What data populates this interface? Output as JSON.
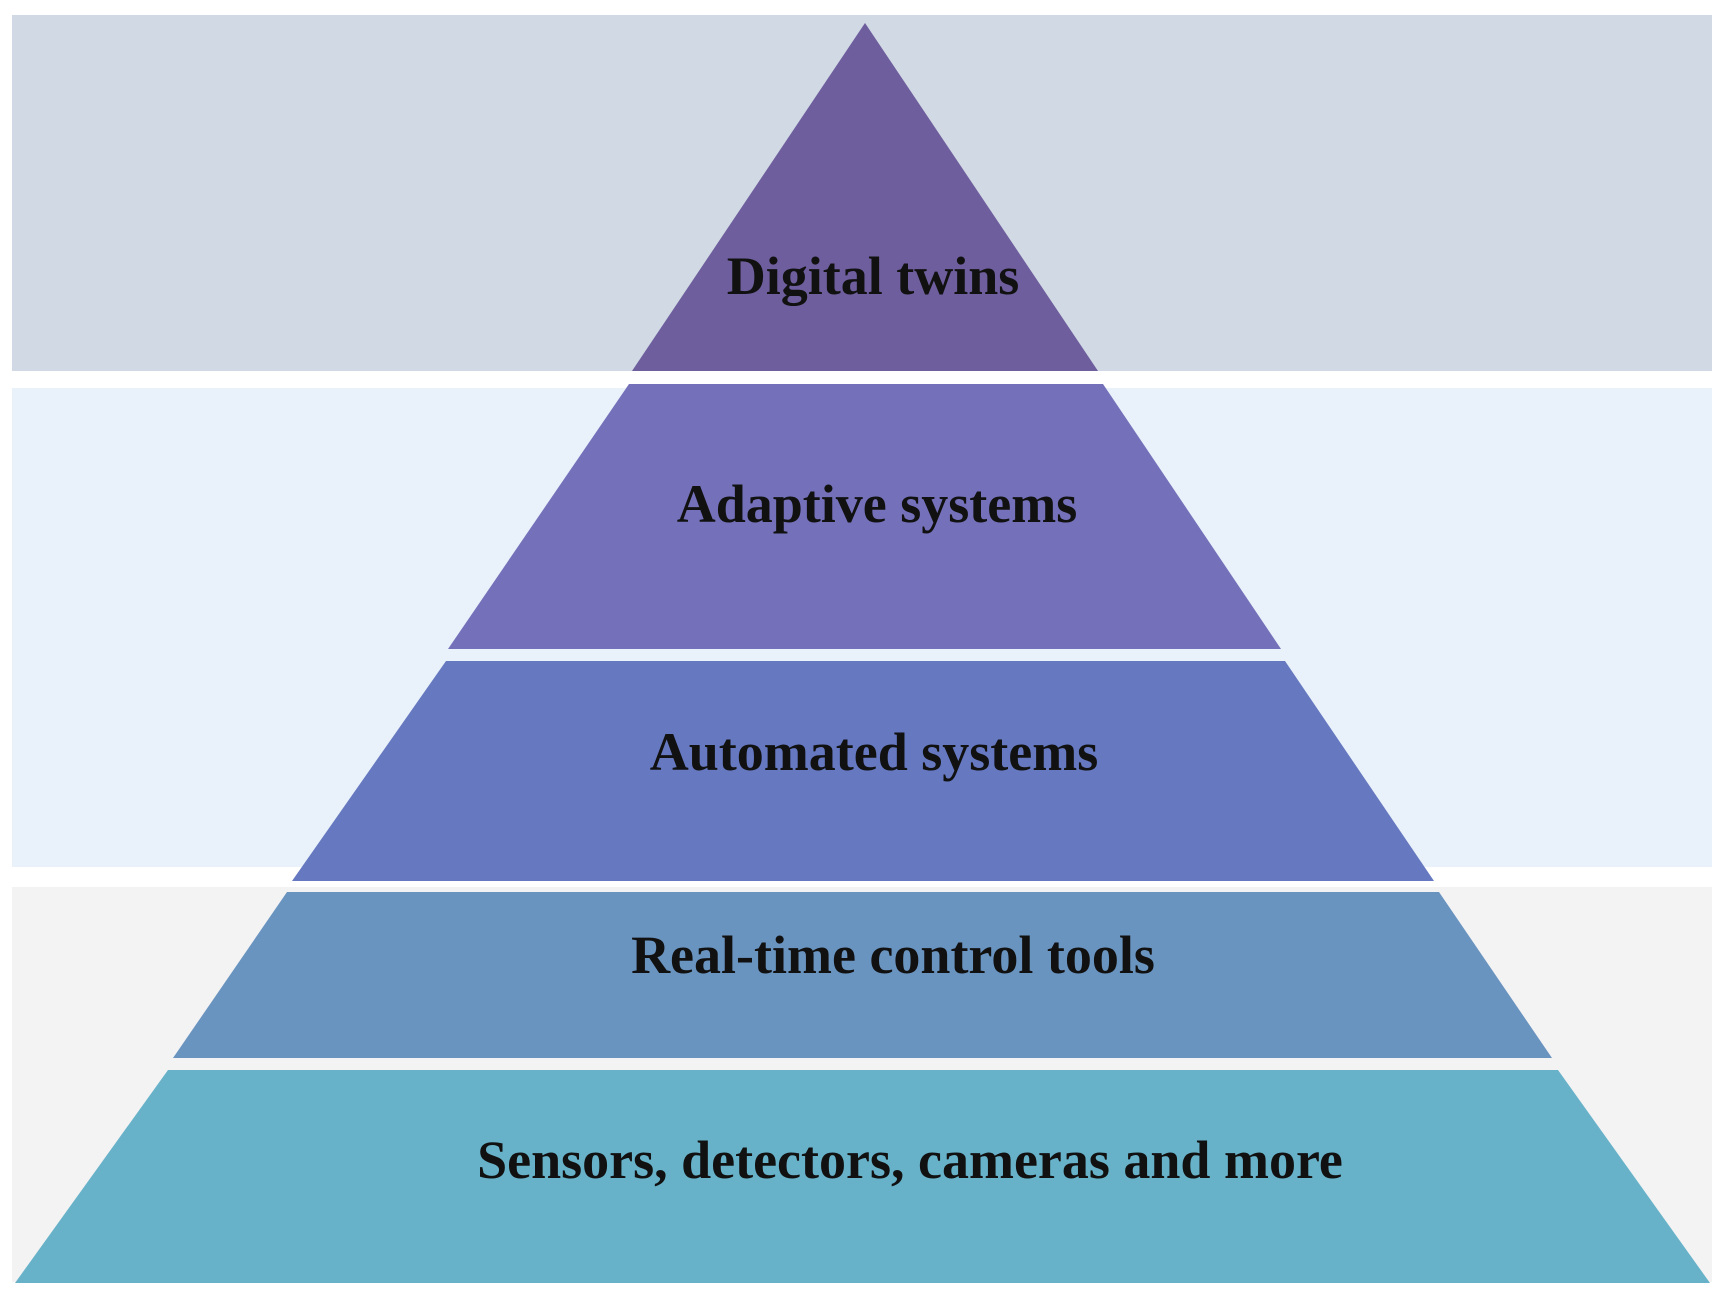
{
  "diagram": {
    "bands": [
      {
        "name": "top-band",
        "color": "#d0d9e4"
      },
      {
        "name": "middle-band",
        "color": "#e9f1fa"
      },
      {
        "name": "bottom-band",
        "color": "#f3f3f4"
      }
    ],
    "layers": [
      {
        "label": "Digital twins",
        "color": "#6e5e9d"
      },
      {
        "label": "Adaptive systems",
        "color": "#7471ba"
      },
      {
        "label": "Automated systems",
        "color": "#6578c0"
      },
      {
        "label": "Real-time control tools",
        "color": "#6a94c0"
      },
      {
        "label": "Sensors, detectors, cameras and more",
        "color": "#68b2c9"
      }
    ]
  }
}
